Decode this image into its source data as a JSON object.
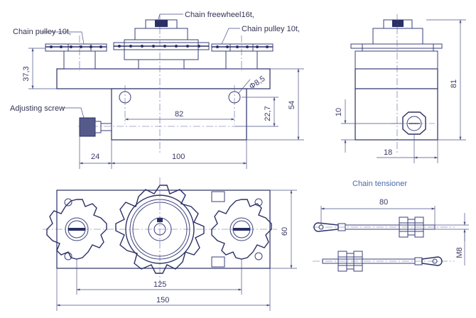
{
  "labels": {
    "chain_pulley_left": "Chain pulley 10t,",
    "chain_freewheel": "Chain freewheel16t,",
    "chain_pulley_right": "Chain pulley 10t,",
    "adjusting_screw": "Adjusting screw",
    "chain_tensioner": "Chain tensioner"
  },
  "dimensions": {
    "h_37_3": "37,3",
    "hole_dia": "Φ8,5",
    "d_82": "82",
    "d_22_7": "22,7",
    "d_54": "54",
    "d_24": "24",
    "d_100": "100",
    "d_81": "81",
    "d_10": "10",
    "d_18": "18",
    "d_60": "60",
    "d_125": "125",
    "d_150": "150",
    "d_80": "80",
    "m8": "M8"
  }
}
